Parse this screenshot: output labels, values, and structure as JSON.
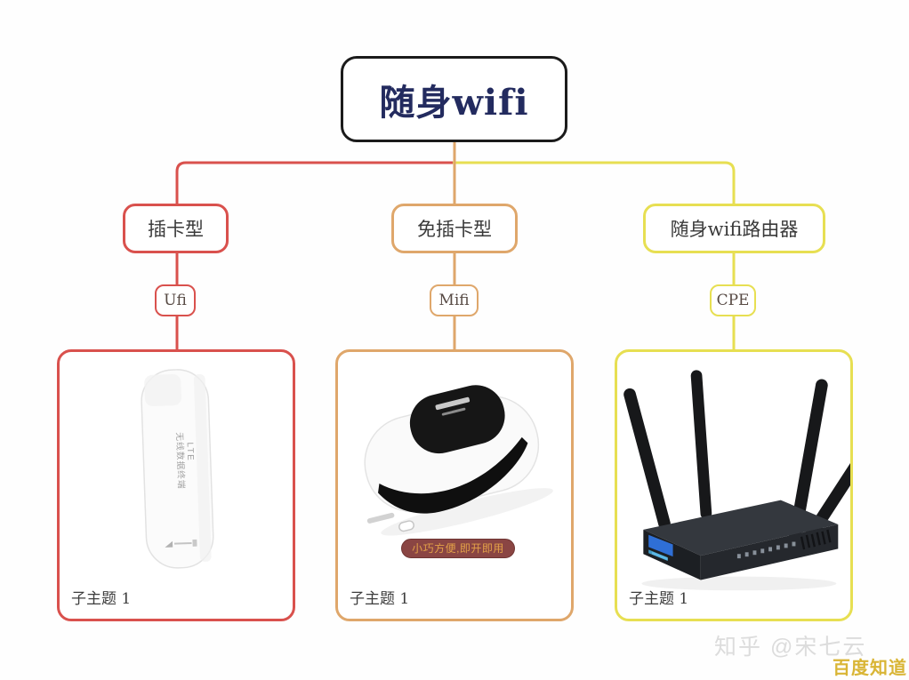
{
  "root": {
    "label": "随身wifi",
    "border_color": "#1b1b1b",
    "text_color": "#232b5f"
  },
  "branches": [
    {
      "label": "插卡型",
      "tag": "Ufi",
      "subtopic": "子主题 1",
      "color": "#d9514d",
      "device": "usb-dongle",
      "device_label_vertical": [
        "LTE",
        "无线数据终端"
      ]
    },
    {
      "label": "免插卡型",
      "tag": "Mifi",
      "subtopic": "子主题 1",
      "color": "#dfa76b",
      "device": "mifi-hotspot",
      "badge": "小巧方便,即开即用",
      "badge_bg": "#8a4543",
      "badge_text_color": "#e2a048"
    },
    {
      "label": "随身wifi路由器",
      "tag": "CPE",
      "subtopic": "子主题 1",
      "color": "#e7df52",
      "device": "cpe-router"
    }
  ],
  "watermark": {
    "zhihu": "知乎 @宋七云",
    "baidu": "百度知道",
    "baidu_color": "#d9b535"
  }
}
